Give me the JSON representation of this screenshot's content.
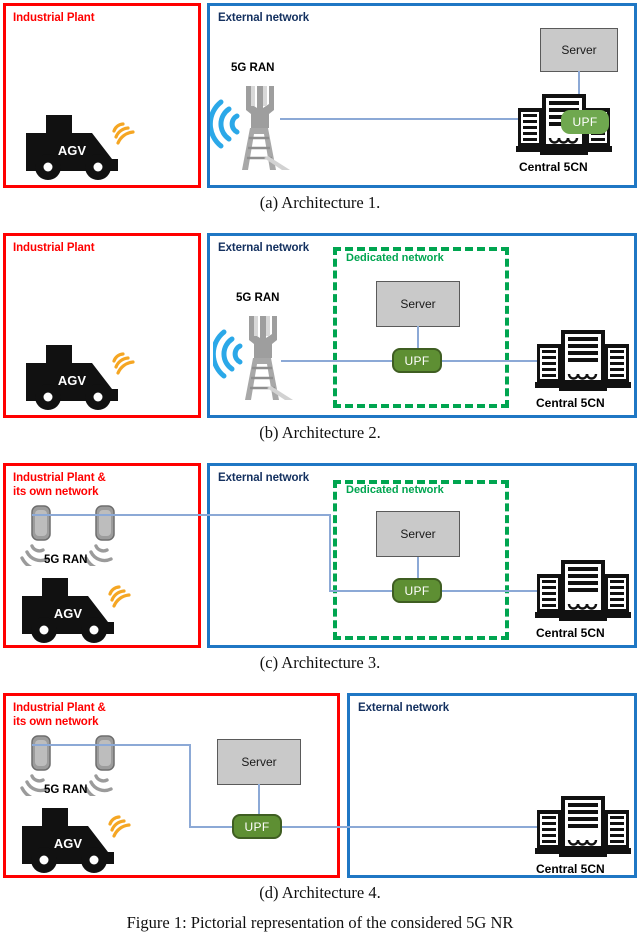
{
  "figure": {
    "caption": "Figure 1: Pictorial representation of the considered 5G NR",
    "subcaptions": [
      "(a)  Architecture 1.",
      "(b)  Architecture 2.",
      "(c)  Architecture 3.",
      "(d)  Architecture 4."
    ]
  },
  "colors": {
    "plant_border": "#FF0000",
    "external_border": "#1F77C4",
    "dedicated_border": "#00A550",
    "link": "#8CA9D6",
    "upf_fill": "#6FA84F",
    "upf_fill_dark": "#5E8F33",
    "upf_stroke": "#3F5E22",
    "server_fill": "#C9C9C9",
    "agv_wifi": "#F5A623",
    "ran_signal_blue": "#2BA8E8",
    "ran_signal_gray": "#9B9B9B",
    "plant_title_text": "#FF0000",
    "external_title_text": "#13305F"
  },
  "labels": {
    "industrial_plant": "Industrial Plant",
    "industrial_plant_own_network": "Industrial Plant &\nits own network",
    "external_network": "External network",
    "dedicated_network": "Dedicated network",
    "ran_5g": "5G RAN",
    "agv": "AGV",
    "server": "Server",
    "upf": "UPF",
    "central_5cn": "Central 5CN"
  },
  "panels": [
    {
      "id": "architecture-1",
      "subcaption": "(a)  Architecture 1.",
      "plant_title": "Industrial Plant",
      "external_title": "External network",
      "has_dedicated_network": false,
      "ran_type": "macro-tower",
      "ran_label": "5G RAN",
      "agv_label": "AGV",
      "server_label": "Server",
      "upf_label": "UPF",
      "upf_style": "plain",
      "core_label": "Central 5CN",
      "server_location": "external-network",
      "upf_location": "central-5cn"
    },
    {
      "id": "architecture-2",
      "subcaption": "(b)  Architecture 2.",
      "plant_title": "Industrial Plant",
      "external_title": "External network",
      "has_dedicated_network": true,
      "dedicated_label": "Dedicated network",
      "ran_type": "macro-tower",
      "ran_label": "5G RAN",
      "agv_label": "AGV",
      "server_label": "Server",
      "upf_label": "UPF",
      "upf_style": "outlined",
      "core_label": "Central 5CN",
      "server_location": "dedicated-network",
      "upf_location": "dedicated-network"
    },
    {
      "id": "architecture-3",
      "subcaption": "(c)  Architecture 3.",
      "plant_title": "Industrial Plant &\nits own network",
      "external_title": "External network",
      "has_dedicated_network": true,
      "dedicated_label": "Dedicated network",
      "ran_type": "small-cells",
      "ran_label": "5G RAN",
      "agv_label": "AGV",
      "server_label": "Server",
      "upf_label": "UPF",
      "upf_style": "outlined",
      "core_label": "Central 5CN",
      "server_location": "dedicated-network",
      "upf_location": "dedicated-network"
    },
    {
      "id": "architecture-4",
      "subcaption": "(d)  Architecture 4.",
      "plant_title": "Industrial Plant &\nits own network",
      "external_title": "External network",
      "has_dedicated_network": false,
      "ran_type": "small-cells",
      "ran_label": "5G RAN",
      "agv_label": "AGV",
      "server_label": "Server",
      "upf_label": "UPF",
      "upf_style": "outlined",
      "core_label": "Central 5CN",
      "server_location": "industrial-plant",
      "upf_location": "industrial-plant"
    }
  ]
}
